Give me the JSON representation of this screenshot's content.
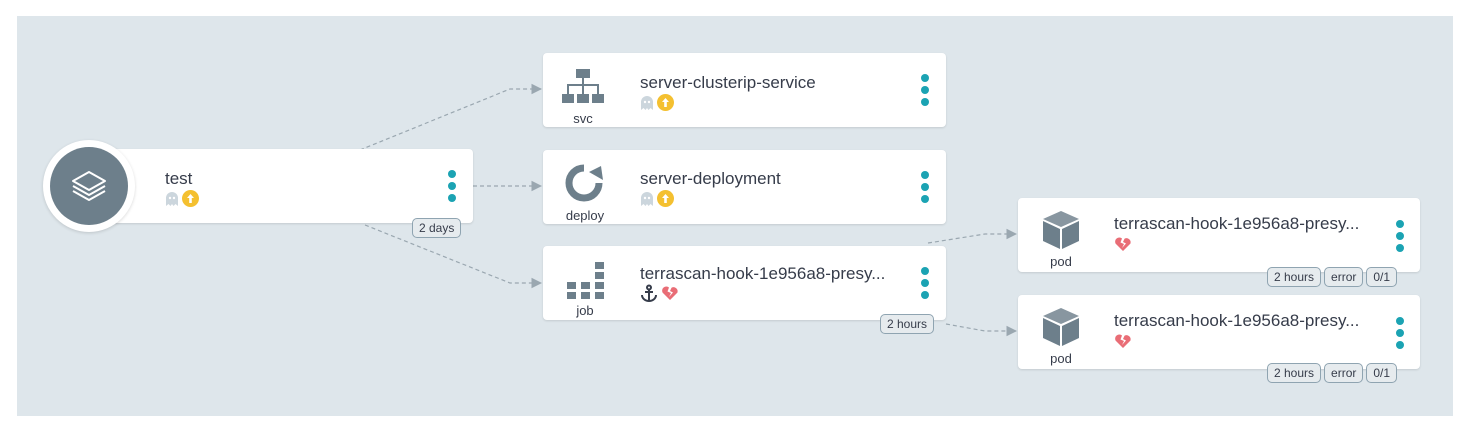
{
  "colors": {
    "canvas": "#dee6eb",
    "accent": "#1ba3b3",
    "icon": "#6d7f8b",
    "sync_yellow": "#f4c030",
    "health_broken": "#e96d76",
    "ghost": "#ccd6dd"
  },
  "app": {
    "title": "test",
    "age": "2 days",
    "icons": [
      "layers-icon",
      "ghost-icon",
      "sync-arrow-up-icon"
    ]
  },
  "nodes": {
    "svc": {
      "title": "server-clusterip-service",
      "kind": "svc",
      "icons": [
        "sitemap-icon",
        "ghost-icon",
        "sync-arrow-up-icon"
      ]
    },
    "deploy": {
      "title": "server-deployment",
      "kind": "deploy",
      "icons": [
        "refresh-icon",
        "ghost-icon",
        "sync-arrow-up-icon"
      ]
    },
    "job": {
      "title": "terrascan-hook-1e956a8-presy...",
      "kind": "job",
      "age": "2 hours",
      "icons": [
        "grid-icon",
        "anchor-icon",
        "heart-broken-icon"
      ]
    },
    "pod1": {
      "title": "terrascan-hook-1e956a8-presy...",
      "kind": "pod",
      "badges": [
        "2 hours",
        "error",
        "0/1"
      ],
      "icons": [
        "cube-icon",
        "heart-broken-icon"
      ]
    },
    "pod2": {
      "title": "terrascan-hook-1e956a8-presy...",
      "kind": "pod",
      "badges": [
        "2 hours",
        "error",
        "0/1"
      ],
      "icons": [
        "cube-icon",
        "heart-broken-icon"
      ]
    }
  }
}
